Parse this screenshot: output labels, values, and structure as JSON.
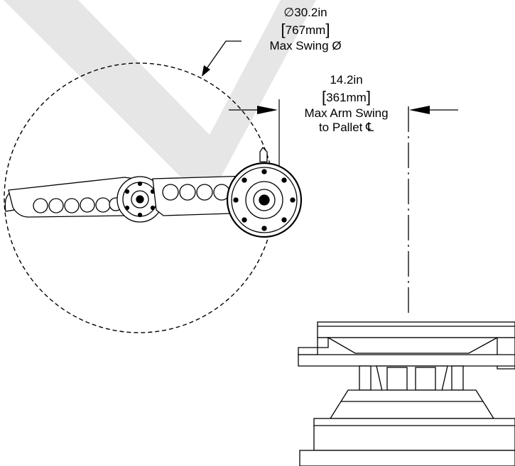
{
  "diameter_callout": {
    "symbol": "∅",
    "inches": "30.2in",
    "metric": "767mm",
    "caption": "Max Swing Ø"
  },
  "arm_swing_callout": {
    "inches": "14.2in",
    "metric": "361mm",
    "caption_line1": "Max Arm Swing",
    "caption_line2": "to Pallet",
    "centerline_symbol": "℄"
  },
  "colors": {
    "line": "#000000",
    "watermark": "#e6e6e6",
    "background": "#ffffff"
  }
}
